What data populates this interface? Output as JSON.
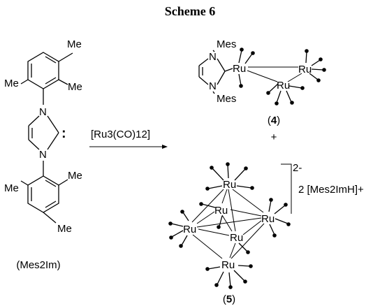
{
  "scheme_title": "Scheme 6",
  "reagent": "[Ru3(CO)12]",
  "ligand": {
    "methyl_label": "Me",
    "nitrogen_label": "N",
    "carbene_dots": ":",
    "name": "(Mes2Im)"
  },
  "product_4": {
    "mesityl_label": "Mes",
    "nitrogen_label": "N",
    "metal_label": "Ru",
    "compound_number": "4"
  },
  "plus_sign": "+",
  "product_5": {
    "metal_label": "Ru",
    "charge": "2-",
    "counterion": "2 [Mes2ImH]+",
    "compound_number": "5"
  }
}
